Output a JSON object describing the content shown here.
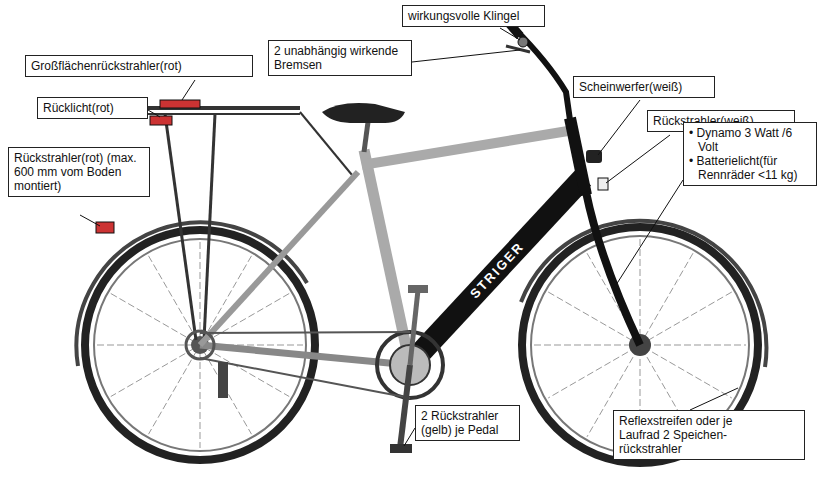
{
  "diagram": {
    "nodes": [
      {
        "text": [
          "wirkungsvolle Klingel"
        ]
      },
      {
        "text": [
          "2 unabhängig wirkende Bremsen"
        ]
      },
      {
        "text": [
          "Großflächenrückstrahler(rot)"
        ]
      },
      {
        "text": [
          "Scheinwerfer(weiß)"
        ]
      },
      {
        "text": [
          "Rücklicht(rot)"
        ]
      },
      {
        "text": [
          "Rückstrahler(weiß)"
        ]
      },
      {
        "text": [
          "• Dynamo 3 Watt /6 Volt",
          "• Batterielicht(für Rennräder <11 kg)"
        ]
      },
      {
        "text": [
          "Rückstrahler(rot) (max. 600 mm vom Boden montiert)"
        ]
      },
      {
        "text": [
          "2 Rückstrahler (gelb) je Pedal"
        ]
      },
      {
        "text": [
          "Reflexstreifen oder je Laufrad 2 Speichen- rückstrahler"
        ]
      }
    ],
    "labels": [
      "STRIGER"
    ]
  }
}
